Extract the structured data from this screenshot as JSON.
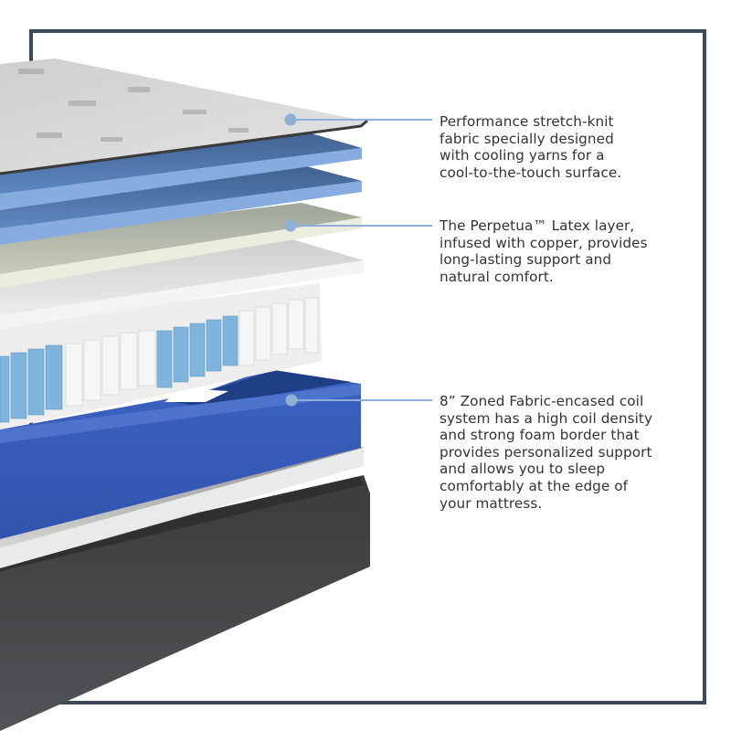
{
  "figure": {
    "type": "mattress-layer-diagram",
    "frame_color": "#3d4a5a",
    "leader_color": "#8fb0d6",
    "text_color": "#333333"
  },
  "layers": [
    {
      "name": "top-knit-cover",
      "color": "#d8d8d8"
    },
    {
      "name": "blue-foam-1",
      "color": "#6c93cb"
    },
    {
      "name": "blue-foam-2",
      "color": "#6c93cb"
    },
    {
      "name": "latex-layer",
      "color": "#cfd2c2"
    },
    {
      "name": "white-foam",
      "color": "#e6e6e6"
    },
    {
      "name": "pocket-coils",
      "colors": [
        "#7fb5dc",
        "#f1f1f1"
      ]
    },
    {
      "name": "foam-border",
      "color": "#3a63c0"
    },
    {
      "name": "base-foam",
      "color": "#e3e3e3"
    },
    {
      "name": "foundation",
      "color": "#4a4b4d"
    }
  ],
  "callouts": [
    {
      "text": "Performance stretch-knit\nfabric specially designed\nwith cooling yarns for a\ncool-to-the-touch surface."
    },
    {
      "text": "The Perpetua™ Latex layer,\ninfused with copper, provides\nlong-lasting support and\nnatural comfort."
    },
    {
      "text": "8” Zoned Fabric-encased coil\nsystem has a high coil density\nand strong foam border that\nprovides personalized support\nand allows you to sleep\ncomfortably at the edge of\nyour mattress."
    }
  ]
}
